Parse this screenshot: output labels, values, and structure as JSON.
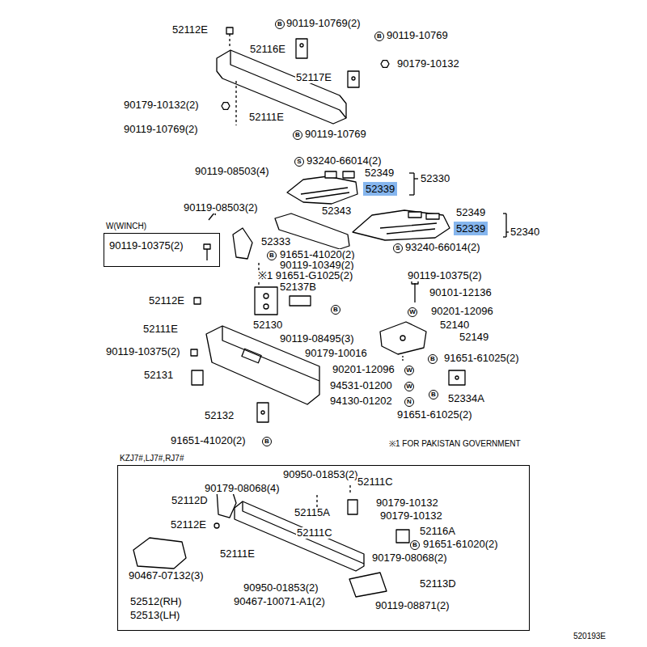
{
  "diagram": {
    "nodes": [
      {
        "text": [
          "W(WINCH)",
          "90119-10375(2)"
        ]
      },
      {
        "text": [
          "52339"
        ]
      },
      {
        "text": [
          "52339"
        ]
      },
      {
        "text": [
          "KZJ7#,LJ7#,RJ7#"
        ]
      }
    ],
    "labels": [
      "52112E",
      "B",
      "90119-10769(2)",
      "B",
      "90119-10769",
      "52116E",
      "90179-10132",
      "52117E",
      "90179-10132(2)",
      "52111E",
      "90119-10769(2)",
      "B",
      "90119-10769",
      "S",
      "93240-66014(2)",
      "90119-08503(4)",
      "52349",
      "52330",
      "90119-08503(2)",
      "52343",
      "52349",
      "52340",
      "S",
      "93240-66014(2)",
      "52333",
      "B",
      "91651-41020(2)",
      "90119-10349(2)",
      "※1 91651-G1025(2)",
      "90119-10375(2)",
      "52137B",
      "90101-12136",
      "52112E",
      "W",
      "90201-12096",
      "B",
      "52130",
      "52140",
      "52111E",
      "52149",
      "90119-08495(3)",
      "90119-10375(2)",
      "90179-10016",
      "B",
      "91651-61025(2)",
      "90201-12096",
      "W",
      "52131",
      "94531-01200",
      "W",
      "B",
      "52334A",
      "94130-01202",
      "N",
      "91651-61025(2)",
      "52132",
      "91651-41020(2)",
      "B",
      "※1 FOR PAKISTAN GOVERNMENT",
      "90950-01853(2)",
      "52111C",
      "90179-08068(4)",
      "52112D",
      "90179-10132",
      "52115A",
      "90179-10132",
      "52112E",
      "52116A",
      "52111C",
      "B",
      "91651-61020(2)",
      "52111E",
      "90179-08068(2)",
      "90467-07132(3)",
      "52113D",
      "90950-01853(2)",
      "52512(RH)",
      "90467-10071-A1(2)",
      "90119-08871(2)",
      "52513(LH)",
      "520193E"
    ]
  }
}
